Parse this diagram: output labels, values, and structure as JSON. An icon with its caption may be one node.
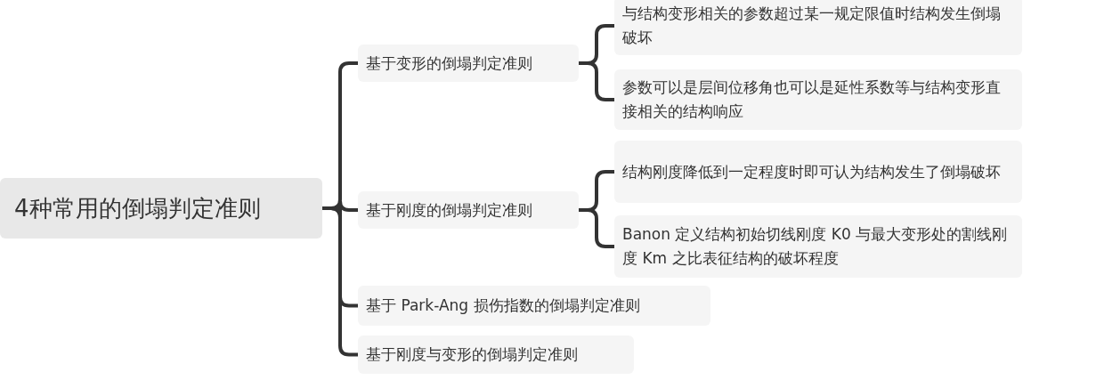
{
  "diagram": {
    "nodes": [
      {
        "text": [
          "4种常用的倒塌判定准则"
        ]
      },
      {
        "text": [
          "基于变形的倒塌判定准则"
        ]
      },
      {
        "text": [
          "与结构变形相关的参数超过某一规定限值时结构发生倒塌破坏"
        ]
      },
      {
        "text": [
          "参数可以是层间位移角也可以是延性系数等与结构变形直接相关的结构响应"
        ]
      },
      {
        "text": [
          "基于刚度的倒塌判定准则"
        ]
      },
      {
        "text": [
          "结构刚度降低到一定程度时即可认为结构发生了倒塌破坏"
        ]
      },
      {
        "text": [
          "Banon 定义结构初始切线刚度 K0 与最大变形处的割线刚度 Km 之比表征结构的破坏程度"
        ]
      },
      {
        "text": [
          "基于 Park-Ang 损伤指数的倒塌判定准则"
        ]
      },
      {
        "text": [
          "基于刚度与变形的倒塌判定准则"
        ]
      }
    ],
    "edges": [
      {
        "from": 0,
        "to": 1,
        "arrow": "none"
      },
      {
        "from": 0,
        "to": 4,
        "arrow": "none"
      },
      {
        "from": 0,
        "to": 7,
        "arrow": "none"
      },
      {
        "from": 0,
        "to": 8,
        "arrow": "none"
      },
      {
        "from": 1,
        "to": 2,
        "arrow": "none"
      },
      {
        "from": 1,
        "to": 3,
        "arrow": "none"
      },
      {
        "from": 4,
        "to": 5,
        "arrow": "none"
      },
      {
        "from": 4,
        "to": 6,
        "arrow": "none"
      }
    ]
  }
}
